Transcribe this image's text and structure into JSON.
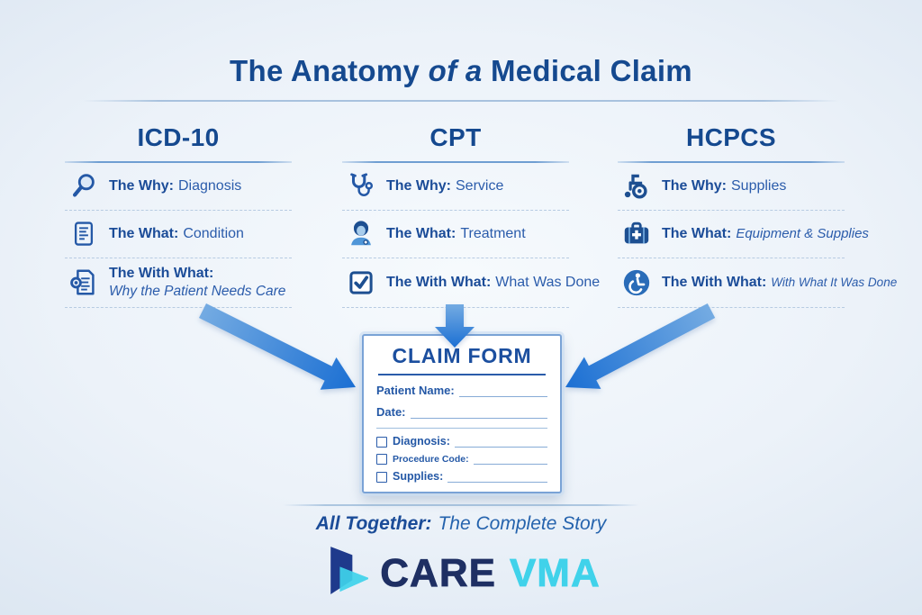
{
  "title": {
    "part1": "The Anatomy",
    "part2": "of a",
    "part3": "Medical Claim"
  },
  "columns": [
    {
      "header": "ICD-10",
      "rows": [
        {
          "icon": "magnifier-icon",
          "label": "The Why:",
          "value": "Diagnosis"
        },
        {
          "icon": "document-lines-icon",
          "label": "The What:",
          "value": "Condition"
        },
        {
          "icon": "document-search-icon",
          "label": "The With What:",
          "value": "Why the Patient Needs Care"
        }
      ]
    },
    {
      "header": "CPT",
      "rows": [
        {
          "icon": "stethoscope-icon",
          "label": "The Why:",
          "value": "Service"
        },
        {
          "icon": "nurse-icon",
          "label": "The What:",
          "value": "Treatment"
        },
        {
          "icon": "checkbox-check-icon",
          "label": "The With What:",
          "value": "What Was Done"
        }
      ]
    },
    {
      "header": "HCPCS",
      "rows": [
        {
          "icon": "wheelchair-icon",
          "label": "The Why:",
          "value": "Supplies"
        },
        {
          "icon": "medical-bag-icon",
          "label": "The What:",
          "value": "Equipment & Supplies"
        },
        {
          "icon": "accessibility-icon",
          "label": "The With What:",
          "value": "With What It Was Done"
        }
      ]
    }
  ],
  "claim_form": {
    "title": "CLAIM FORM",
    "fields": [
      {
        "label": "Patient Name:"
      },
      {
        "label": "Date:"
      }
    ],
    "checkboxes": [
      {
        "label": "Diagnosis:"
      },
      {
        "label": "Procedure Code:"
      },
      {
        "label": "Supplies:"
      }
    ]
  },
  "footer": {
    "label": "All Together:",
    "value": "The Complete Story"
  },
  "logo": {
    "word1": "CARE",
    "word2": "VMA"
  },
  "colors": {
    "heading_blue": "#15498f",
    "text_blue": "#2458a6",
    "arrow_blue_light": "#6aa4de",
    "arrow_blue_dark": "#1b6fd3",
    "logo_navy": "#1e2f63",
    "logo_cyan": "#40d2ea"
  }
}
